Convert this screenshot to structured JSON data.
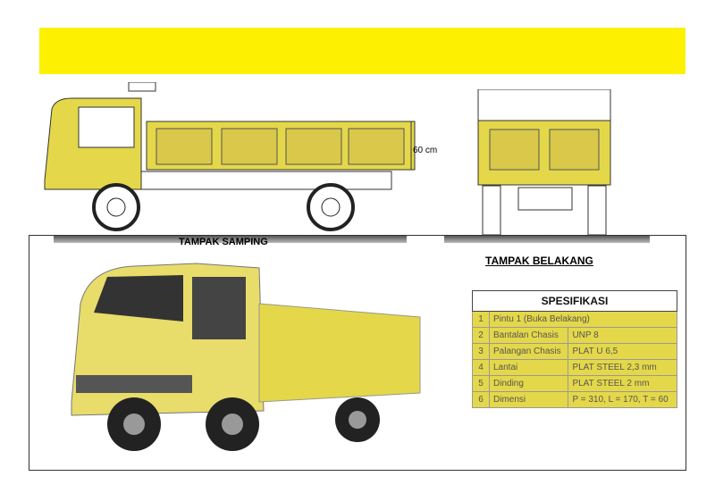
{
  "labels": {
    "side_view": "TAMPAK SAMPING",
    "rear_view": "TAMPAK BELAKANG",
    "height_dim": "60 cm"
  },
  "spec_table": {
    "title": "SPESIFIKASI",
    "rows": [
      {
        "no": "1",
        "item": "Pintu 1 (Buka Belakang)",
        "value": ""
      },
      {
        "no": "2",
        "item": "Bantalan Chasis",
        "value": "UNP 8"
      },
      {
        "no": "3",
        "item": "Palangan Chasis",
        "value": "PLAT U 6,5"
      },
      {
        "no": "4",
        "item": "Lantai",
        "value": "PLAT STEEL 2,3 mm"
      },
      {
        "no": "5",
        "item": "Dinding",
        "value": "PLAT STEEL 2 mm"
      },
      {
        "no": "6",
        "item": "Dimensi",
        "value": "P = 310, L = 170, T = 60"
      }
    ]
  },
  "colors": {
    "banner": "#fdf000",
    "body_yellow": "#e4d84a"
  }
}
